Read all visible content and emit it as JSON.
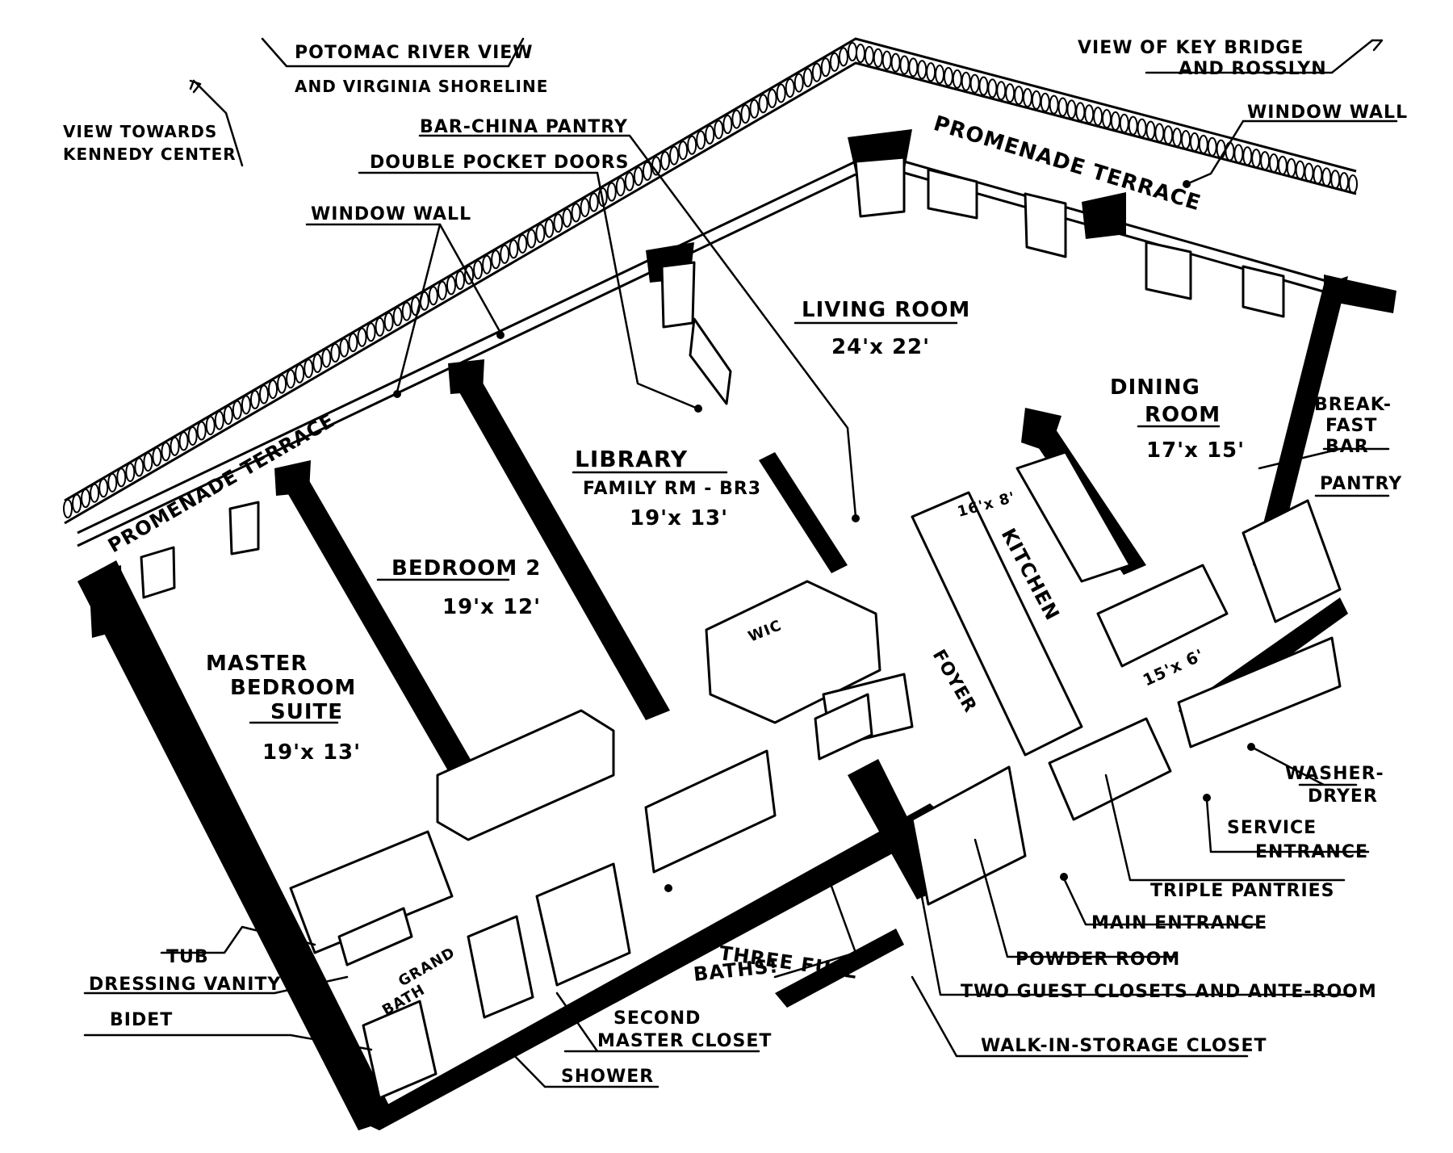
{
  "labels": {
    "potomac_view_1": "POTOMAC RIVER VIEW",
    "potomac_view_2": "AND VIRGINIA SHORELINE",
    "kennedy_1": "VIEW TOWARDS",
    "kennedy_2": "KENNEDY CENTER",
    "key_bridge_1": "VIEW OF KEY BRIDGE",
    "key_bridge_2": "AND ROSSLYN",
    "window_wall_right": "WINDOW WALL",
    "window_wall_left": "WINDOW WALL",
    "bar_china": "BAR-CHINA PANTRY",
    "double_pocket": "DOUBLE POCKET DOORS",
    "promenade_right": "PROMENADE TERRACE",
    "promenade_left": "PROMENADE TERRACE",
    "living_room": "LIVING ROOM",
    "living_dim": "24'x 22'",
    "dining_1": "DINING",
    "dining_2": "ROOM",
    "dining_dim": "17'x 15'",
    "breakfast_1": "BREAK-",
    "breakfast_2": "FAST",
    "breakfast_3": "BAR",
    "pantry": "PANTRY",
    "library": "LIBRARY",
    "library_sub": "FAMILY RM - BR3",
    "library_dim": "19'x 13'",
    "kitchen": "KITCHEN",
    "kitchen_dim": "16'x 8'",
    "breakfast_dim": "15'x 6'",
    "bedroom2": "BEDROOM 2",
    "bedroom2_dim": "19'x 12'",
    "master_1": "MASTER",
    "master_2": "BEDROOM",
    "master_3": "SUITE",
    "master_dim": "19'x 13'",
    "foyer": "FOYER",
    "wic": "WIC",
    "grand_bath_1": "GRAND",
    "grand_bath_2": "BATH",
    "washer_1": "WASHER-",
    "washer_2": "DRYER",
    "service_1": "SERVICE",
    "service_2": "ENTRANCE",
    "triple_pantries": "TRIPLE PANTRIES",
    "main_entrance": "MAIN ENTRANCE",
    "powder_room": "POWDER ROOM",
    "guest_closets": "TWO GUEST CLOSETS AND ANTE-ROOM",
    "walk_in": "WALK-IN-STORAGE CLOSET",
    "three_baths_1": "THREE FULL",
    "three_baths_2": "BATHS!",
    "tub": "TUB",
    "dressing_vanity": "DRESSING VANITY",
    "bidet": "BIDET",
    "second_closet_1": "SECOND",
    "second_closet_2": "MASTER CLOSET",
    "shower": "SHOWER"
  }
}
